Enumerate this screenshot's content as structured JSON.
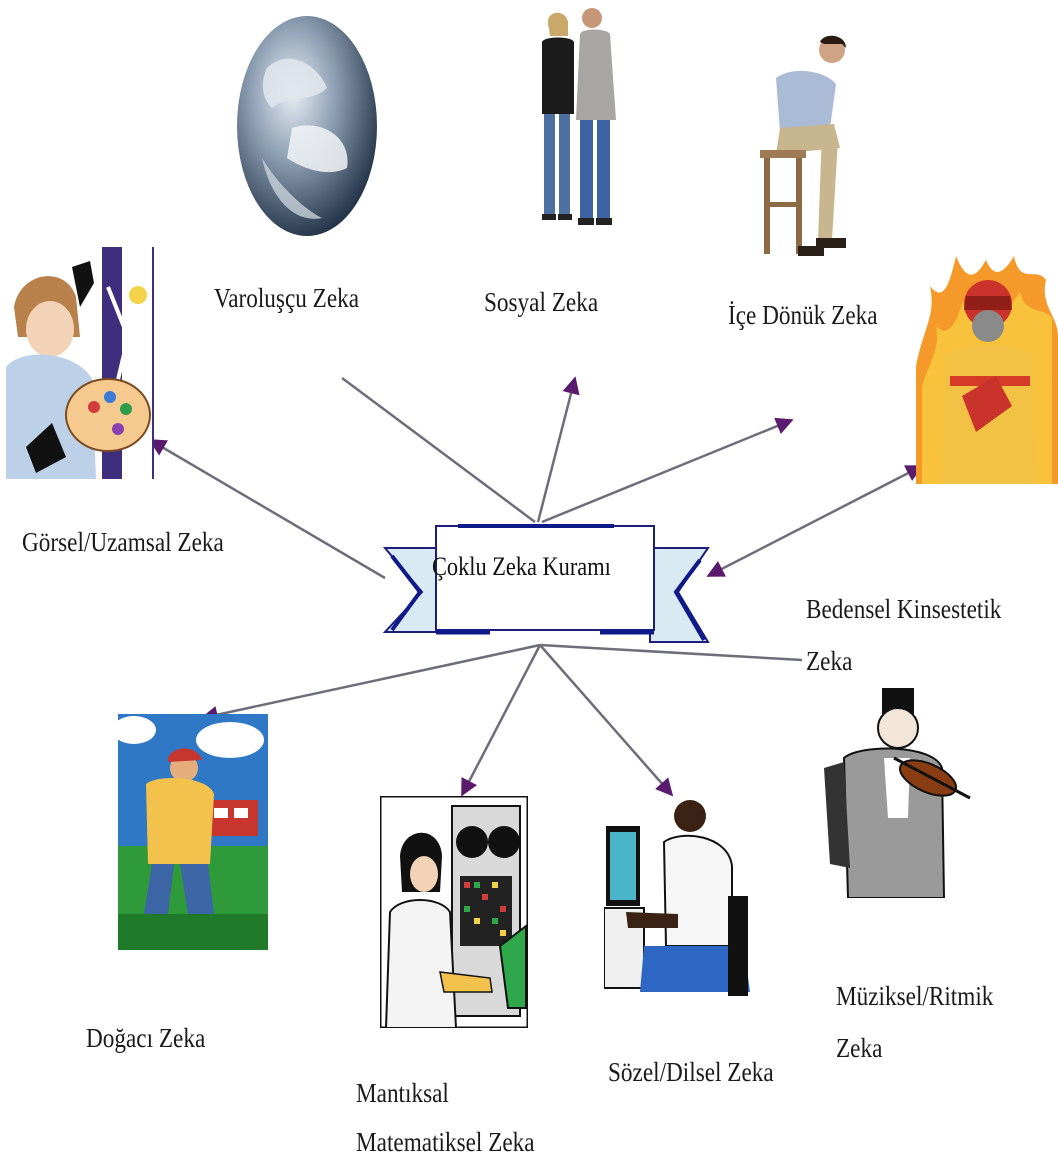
{
  "diagram": {
    "center": {
      "label": "Çoklu Zeka Kuramı"
    },
    "nodes": [
      {
        "id": "varolus",
        "label": "Varoluşçu Zeka",
        "icon": "earth-globe-icon"
      },
      {
        "id": "sosyal",
        "label": "Sosyal Zeka",
        "icon": "couple-icon"
      },
      {
        "id": "icedonuk",
        "label": "İçe Dönük Zeka",
        "icon": "thinking-man-on-stool-icon"
      },
      {
        "id": "gorsel",
        "label": "Görsel/Uzamsal Zeka",
        "icon": "painter-with-palette-icon"
      },
      {
        "id": "bedensel",
        "label_line1": "Bedensel Kinsestetik",
        "label_line2": "Zeka",
        "icon": "firefighter-in-flames-icon"
      },
      {
        "id": "dogaci",
        "label": "Doğacı Zeka",
        "icon": "gardener-in-field-icon"
      },
      {
        "id": "mantiksal",
        "label_line1": "Mantıksal",
        "label_line2": "Matematiksel Zeka",
        "icon": "woman-at-control-panel-icon"
      },
      {
        "id": "sozel",
        "label": "Sözel/Dilsel Zeka",
        "icon": "man-at-computer-icon"
      },
      {
        "id": "muziksel",
        "label_line1": "Müziksel/Ritmik",
        "label_line2": "Zeka",
        "icon": "violinist-icon"
      }
    ]
  }
}
